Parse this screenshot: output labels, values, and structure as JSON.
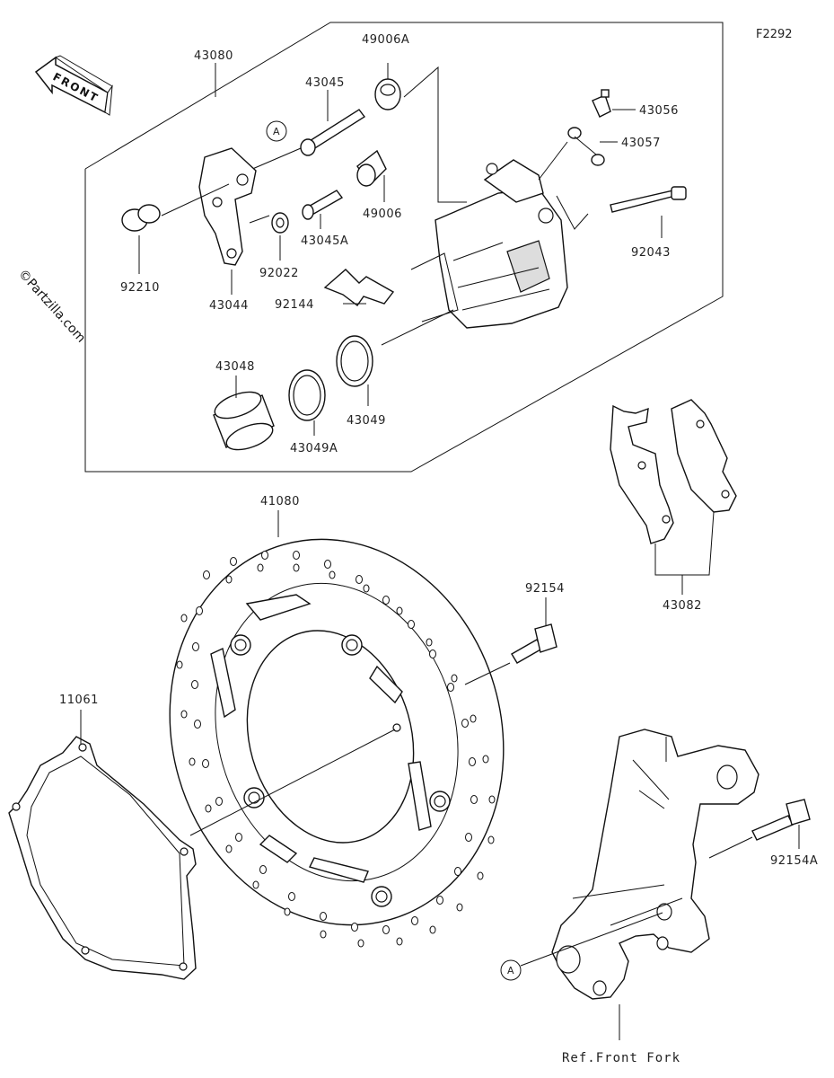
{
  "figure_code": "F2292",
  "watermark": "©Partzilla.com",
  "front_arrow_label": "FRONT",
  "reference_label": "Ref.Front Fork",
  "callout_letter": "A",
  "parts": [
    {
      "number": "43080"
    },
    {
      "number": "49006A"
    },
    {
      "number": "43045"
    },
    {
      "number": "43056"
    },
    {
      "number": "43057"
    },
    {
      "number": "49006"
    },
    {
      "number": "43045A"
    },
    {
      "number": "92043"
    },
    {
      "number": "92210"
    },
    {
      "number": "43044"
    },
    {
      "number": "92022"
    },
    {
      "number": "92144"
    },
    {
      "number": "43048"
    },
    {
      "number": "43049A"
    },
    {
      "number": "43049"
    },
    {
      "number": "41080"
    },
    {
      "number": "92154"
    },
    {
      "number": "43082"
    },
    {
      "number": "11061"
    },
    {
      "number": "92154A"
    }
  ]
}
